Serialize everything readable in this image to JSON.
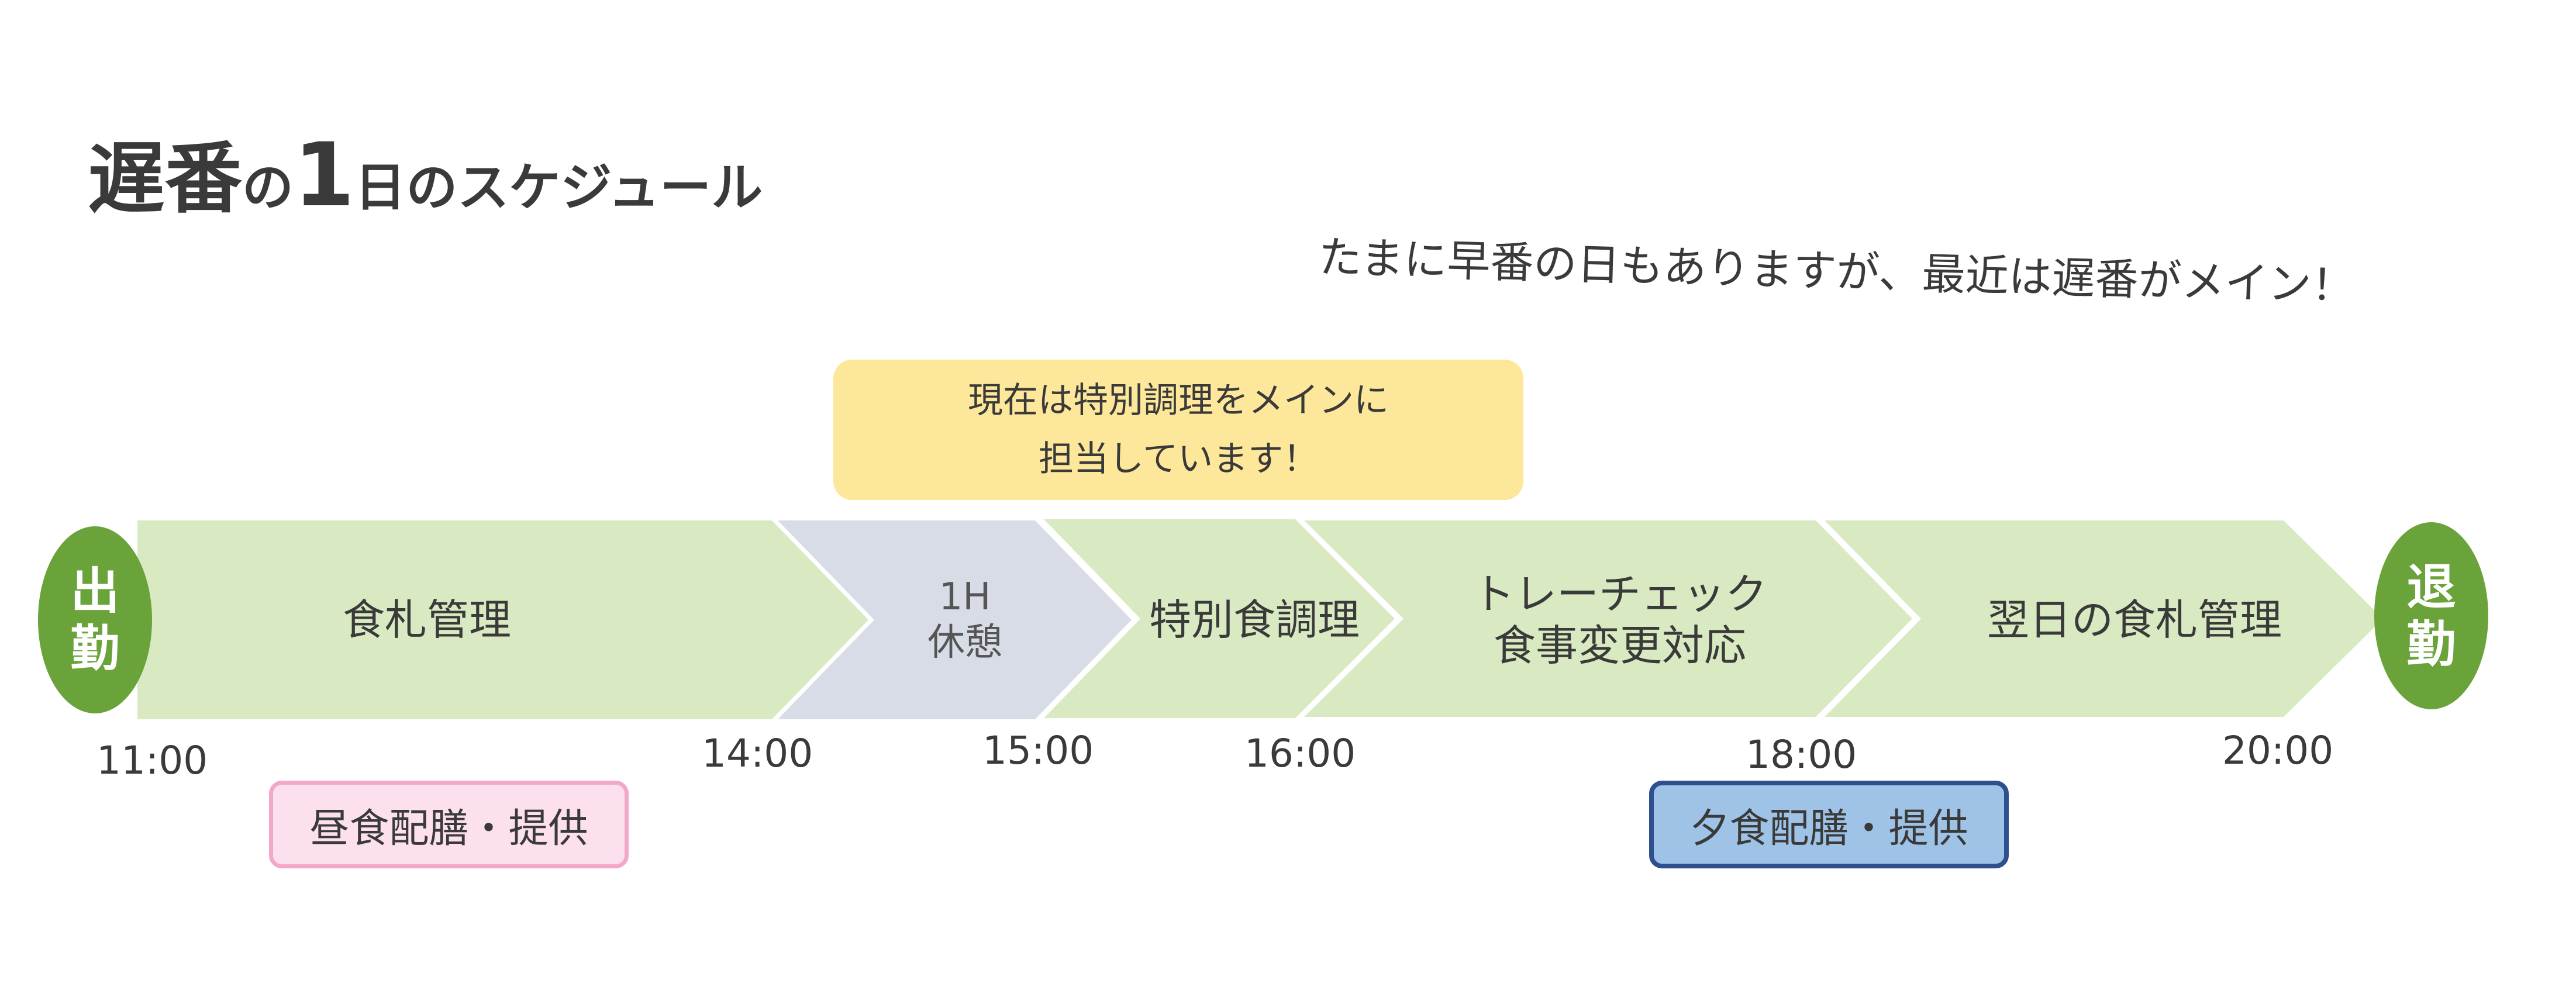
{
  "header": {
    "title_part1": "遅番",
    "title_part2": "の",
    "title_part3": "1",
    "title_part4": "日のスケジュール",
    "note": "たまに早番の日もありますが、最近は遅番がメイン！"
  },
  "callout": {
    "line1": "現在は特別調理をメインに",
    "line2": "担当しています！"
  },
  "badges": {
    "start": [
      "出",
      "勤"
    ],
    "end": [
      "退",
      "勤"
    ]
  },
  "segments": [
    {
      "lines": [
        "食札管理"
      ],
      "type": "work"
    },
    {
      "lines": [
        "1H",
        "休憩"
      ],
      "type": "rest"
    },
    {
      "lines": [
        "特別食調理"
      ],
      "type": "work"
    },
    {
      "lines": [
        "トレーチェック",
        "食事変更対応"
      ],
      "type": "work"
    },
    {
      "lines": [
        "翌日の食札管理"
      ],
      "type": "work"
    }
  ],
  "times": [
    "11:00",
    "14:00",
    "15:00",
    "16:00",
    "18:00",
    "20:00"
  ],
  "tags": {
    "lunch": "昼食配膳・提供",
    "dinner": "夕食配膳・提供"
  },
  "colors": {
    "work": "#d9eac2",
    "rest": "#d7dce7",
    "badge": "#6aa33a",
    "callout": "#fde79a"
  }
}
